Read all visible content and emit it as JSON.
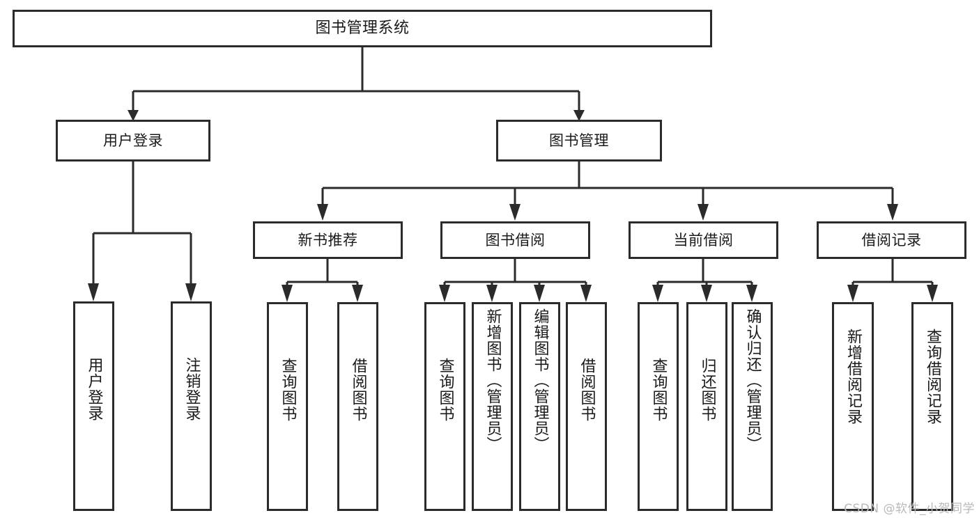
{
  "diagram": {
    "type": "tree-hierarchy",
    "title": "图书管理系统",
    "orientation": "top-down",
    "colors": {
      "stroke": "#2b2b2b",
      "box_fill": "#ffffff",
      "text": "#1a1a1a",
      "watermark": "#b9b9b9",
      "background": "#ffffff"
    },
    "root": {
      "label": "图书管理系统"
    },
    "level1": [
      {
        "id": "user-login",
        "label": "用户登录"
      },
      {
        "id": "book-manage",
        "label": "图书管理"
      }
    ],
    "level2": [
      {
        "id": "new-book-recommend",
        "label": "新书推荐",
        "parent": "book-manage"
      },
      {
        "id": "book-borrow",
        "label": "图书借阅",
        "parent": "book-manage"
      },
      {
        "id": "current-borrow",
        "label": "当前借阅",
        "parent": "book-manage"
      },
      {
        "id": "borrow-record",
        "label": "借阅记录",
        "parent": "book-manage"
      }
    ],
    "leaves": {
      "user-login": [
        {
          "id": "leaf-user-login",
          "label": "用户登录"
        },
        {
          "id": "leaf-user-logout",
          "label": "注销登录"
        }
      ],
      "new-book-recommend": [
        {
          "id": "leaf-query-book-1",
          "label": "查询图书"
        },
        {
          "id": "leaf-borrow-book-1",
          "label": "借阅图书"
        }
      ],
      "book-borrow": [
        {
          "id": "leaf-query-book-2",
          "label": "查询图书"
        },
        {
          "id": "leaf-add-book",
          "label": "新增图书（管理员）"
        },
        {
          "id": "leaf-edit-book",
          "label": "编辑图书（管理员）"
        },
        {
          "id": "leaf-borrow-book-2",
          "label": "借阅图书"
        }
      ],
      "current-borrow": [
        {
          "id": "leaf-query-book-3",
          "label": "查询图书"
        },
        {
          "id": "leaf-return-book",
          "label": "归还图书"
        },
        {
          "id": "leaf-confirm-return",
          "label": "确认归还（管理员）"
        }
      ],
      "borrow-record": [
        {
          "id": "leaf-add-record",
          "label": "新增借阅记录"
        },
        {
          "id": "leaf-query-record",
          "label": "查询借阅记录"
        }
      ]
    }
  },
  "watermark": {
    "text": "CSDN @软件_小贺同学"
  }
}
